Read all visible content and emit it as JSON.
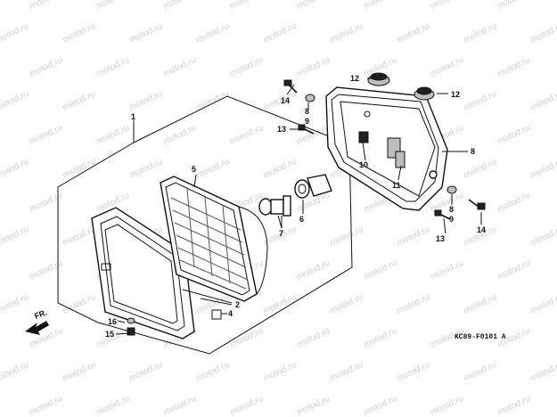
{
  "watermark": "motod.ru",
  "diagram_code": "KC89-F0101 A",
  "direction_label": "FR.",
  "callouts": {
    "c1": "1",
    "c2": "2",
    "c4": "4",
    "c5": "5",
    "c6": "6",
    "c7": "7",
    "c8_top": "8",
    "c8_body": "8",
    "c8_right": "8",
    "c9_top": "9",
    "c9_right": "9",
    "c10": "10",
    "c11": "11",
    "c12_left": "12",
    "c12_right": "12",
    "c13_left": "13",
    "c13_right": "13",
    "c14_left": "14",
    "c14_right": "14",
    "c15": "15",
    "c16": "16"
  },
  "colors": {
    "line": "#111111",
    "watermark": "#d0d0d0",
    "background": "#ffffff"
  }
}
